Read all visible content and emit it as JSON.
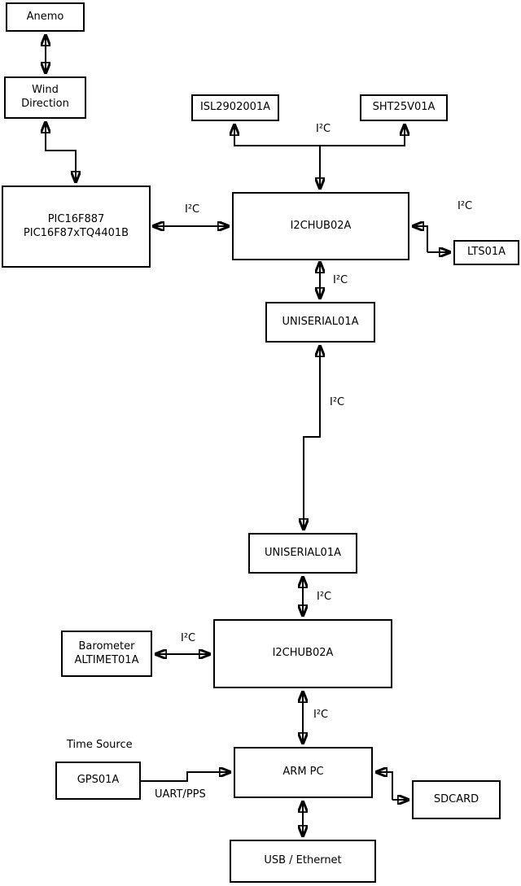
{
  "nodes": {
    "anemo": {
      "label": "Anemo"
    },
    "wind_direction": {
      "label": "Wind\nDirection"
    },
    "pic": {
      "label": "PIC16F887\nPIC16F87xTQ4401B"
    },
    "isl": {
      "label": "ISL2902001A"
    },
    "sht": {
      "label": "SHT25V01A"
    },
    "i2chub_top": {
      "label": "I2CHUB02A"
    },
    "lts": {
      "label": "LTS01A"
    },
    "uniserial_top": {
      "label": "UNISERIAL01A"
    },
    "uniserial_bottom": {
      "label": "UNISERIAL01A"
    },
    "i2chub_bottom": {
      "label": "I2CHUB02A"
    },
    "barometer": {
      "label": "Barometer\nALTIMET01A"
    },
    "gps": {
      "label": "GPS01A"
    },
    "arm_pc": {
      "label": "ARM PC"
    },
    "sdcard": {
      "label": "SDCARD"
    },
    "usb_ethernet": {
      "label": "USB / Ethernet"
    }
  },
  "labels": {
    "i2c_sensor_bus": "I²C",
    "i2c_pic_hub": "I²C",
    "i2c_hub_lts": "I²C",
    "i2c_hub_uniserial": "I²C",
    "i2c_uniserial_link": "I²C",
    "i2c_uniserial_hub2": "I²C",
    "i2c_barometer_hub2": "I²C",
    "i2c_hub2_armpc": "I²C",
    "time_source": "Time Source",
    "uart_pps": "UART/PPS"
  },
  "colors": {
    "line": "#000000",
    "box_border": "#000000",
    "background": "#ffffff",
    "text": "#000000"
  }
}
